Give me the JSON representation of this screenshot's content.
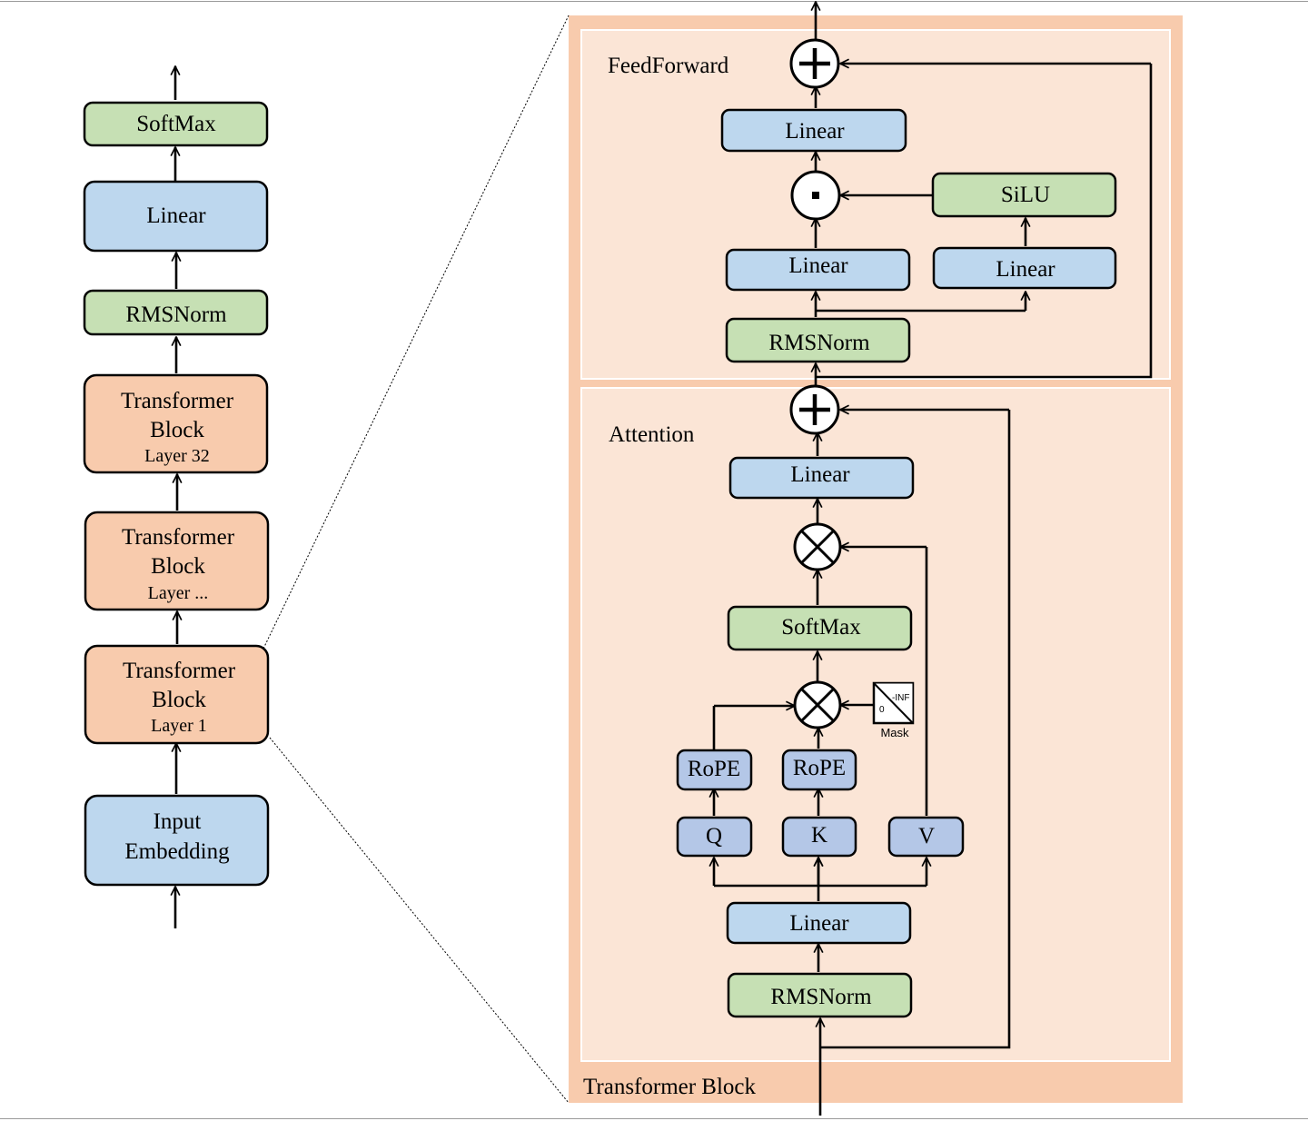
{
  "left_stack": {
    "softmax": "SoftMax",
    "linear": "Linear",
    "rmsnorm": "RMSNorm",
    "block_32": {
      "line1": "Transformer",
      "line2": "Block",
      "line3": "Layer 32"
    },
    "block_mid": {
      "line1": "Transformer",
      "line2": "Block",
      "line3": "Layer ..."
    },
    "block_1": {
      "line1": "Transformer",
      "line2": "Block",
      "line3": "Layer 1"
    },
    "input_embedding": {
      "line1": "Input",
      "line2": "Embedding"
    }
  },
  "transformer_block": {
    "title": "Transformer Block",
    "feedforward": {
      "title": "FeedForward",
      "linear_out": "Linear",
      "silu": "SiLU",
      "linear_left": "Linear",
      "linear_right": "Linear",
      "rmsnorm": "RMSNorm",
      "add_symbol": "+",
      "mul_symbol": "·"
    },
    "attention": {
      "title": "Attention",
      "add_symbol": "+",
      "linear_out": "Linear",
      "softmax": "SoftMax",
      "rope_q": "RoPE",
      "rope_k": "RoPE",
      "q": "Q",
      "k": "K",
      "v": "V",
      "linear_in": "Linear",
      "rmsnorm": "RMSNorm",
      "mask": {
        "label": "Mask",
        "inf": "-INF",
        "zero": "0"
      }
    }
  },
  "colors": {
    "green": "#c6e0b4",
    "blue": "#bdd7ee",
    "qkv_blue": "#b4c7e7",
    "orange": "#f8cbad",
    "panel": "#fbe5d6"
  }
}
